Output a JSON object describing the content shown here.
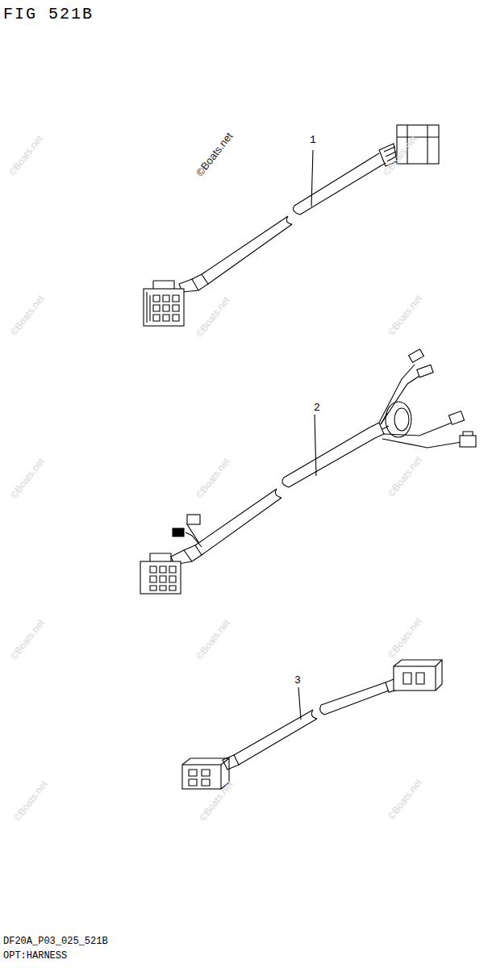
{
  "diagram": {
    "title": "FIG 521B",
    "caption": "OPT:HARNESS",
    "nodes": [],
    "edges": [],
    "labels": [
      "1",
      "2",
      "3",
      "©Boats.net",
      "©Boats.net",
      "©Boats.net",
      "©Boats.net",
      "©Boats.net",
      "©Boats.net",
      "©Boats.net",
      "©Boats.net",
      "©Boats.net",
      "©Boats.net",
      "©Boats.net",
      "©Boats.net",
      "©Boats.net",
      "©Boats.net",
      "©Boats.net",
      "DF20A_P03_025_521B"
    ]
  }
}
